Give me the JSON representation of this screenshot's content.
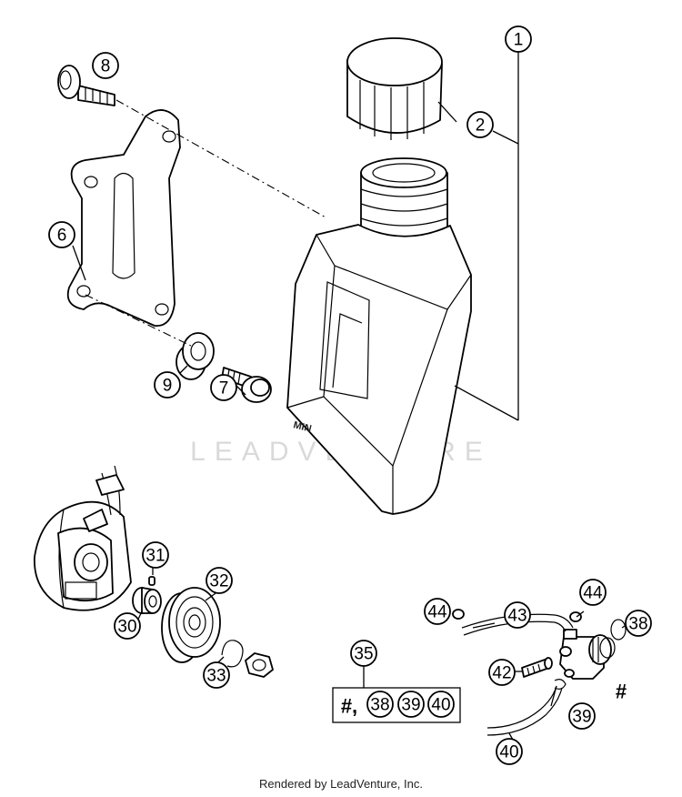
{
  "callouts": {
    "c1": "1",
    "c2": "2",
    "c6": "6",
    "c7": "7",
    "c8": "8",
    "c9": "9",
    "c30": "30",
    "c31": "31",
    "c32": "32",
    "c33": "33",
    "c35": "35",
    "c38": "38",
    "c39": "39",
    "c40": "40",
    "c42": "42",
    "c43": "43",
    "c44a": "44",
    "c44b": "44",
    "kit_38": "38",
    "kit_39": "39",
    "kit_40": "40"
  },
  "hash_label": "#",
  "kit_prefix": "#,",
  "tank_label": "MIN",
  "watermark": "LEADVENTURE",
  "footer": "Rendered by LeadVenture, Inc."
}
